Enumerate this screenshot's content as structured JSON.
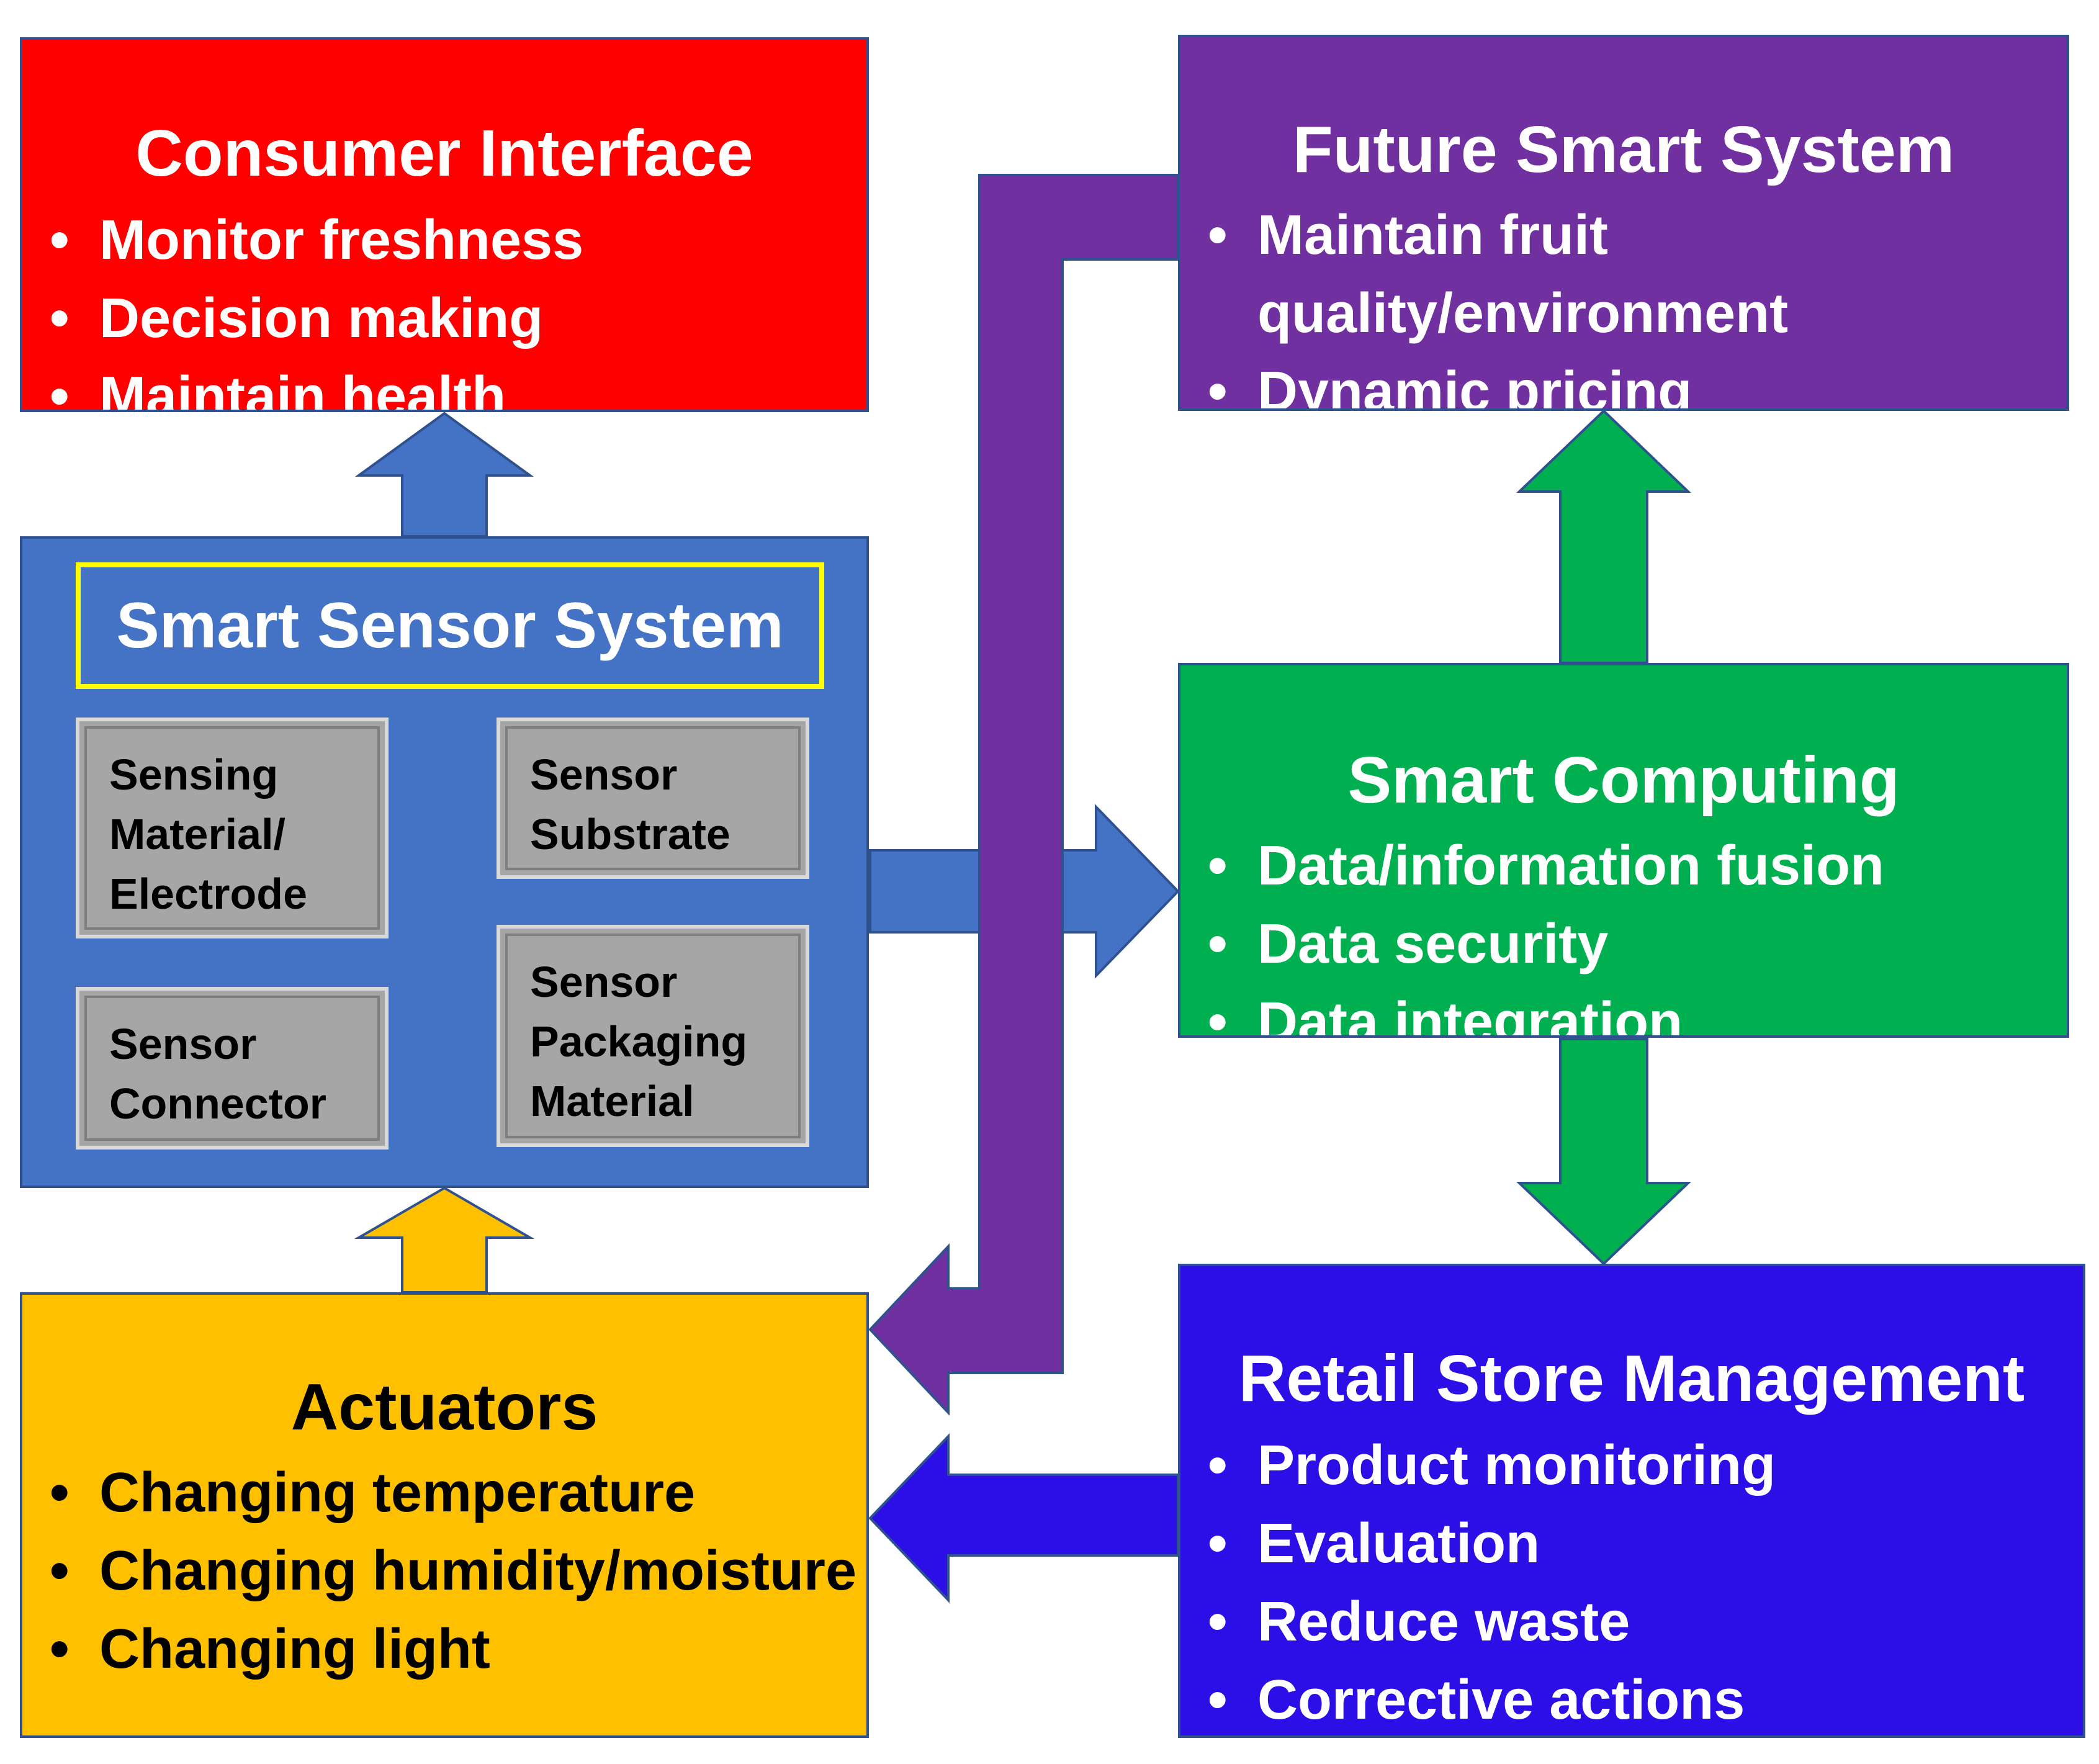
{
  "consumer_interface": {
    "title": "Consumer Interface",
    "items": [
      "Monitor freshness",
      "Decision making",
      "Maintain health"
    ],
    "color": "#ff0000"
  },
  "future_smart_system": {
    "title": "Future Smart System",
    "items": [
      "Maintain fruit quality/environment",
      "Dynamic pricing"
    ],
    "color": "#7030a0"
  },
  "smart_sensor_system": {
    "title": "Smart Sensor System",
    "components": {
      "sensing": [
        "Sensing",
        "Material/",
        "Electrode"
      ],
      "substrate": [
        "Sensor",
        "Substrate"
      ],
      "connector": [
        "Sensor",
        "Connector"
      ],
      "packaging": [
        "Sensor",
        "Packaging",
        "Material"
      ]
    },
    "color": "#4472c4"
  },
  "smart_computing": {
    "title": "Smart Computing",
    "items": [
      "Data/information fusion",
      "Data security",
      "Data integration"
    ],
    "color": "#00b050"
  },
  "actuators": {
    "title": "Actuators",
    "items": [
      "Changing temperature",
      "Changing humidity/moisture",
      "Changing light"
    ],
    "color": "#ffc000"
  },
  "retail_store_management": {
    "title": "Retail Store Management",
    "items": [
      "Product monitoring",
      "Evaluation",
      "Reduce waste",
      "Corrective actions"
    ],
    "color": "#2b0fe6"
  }
}
